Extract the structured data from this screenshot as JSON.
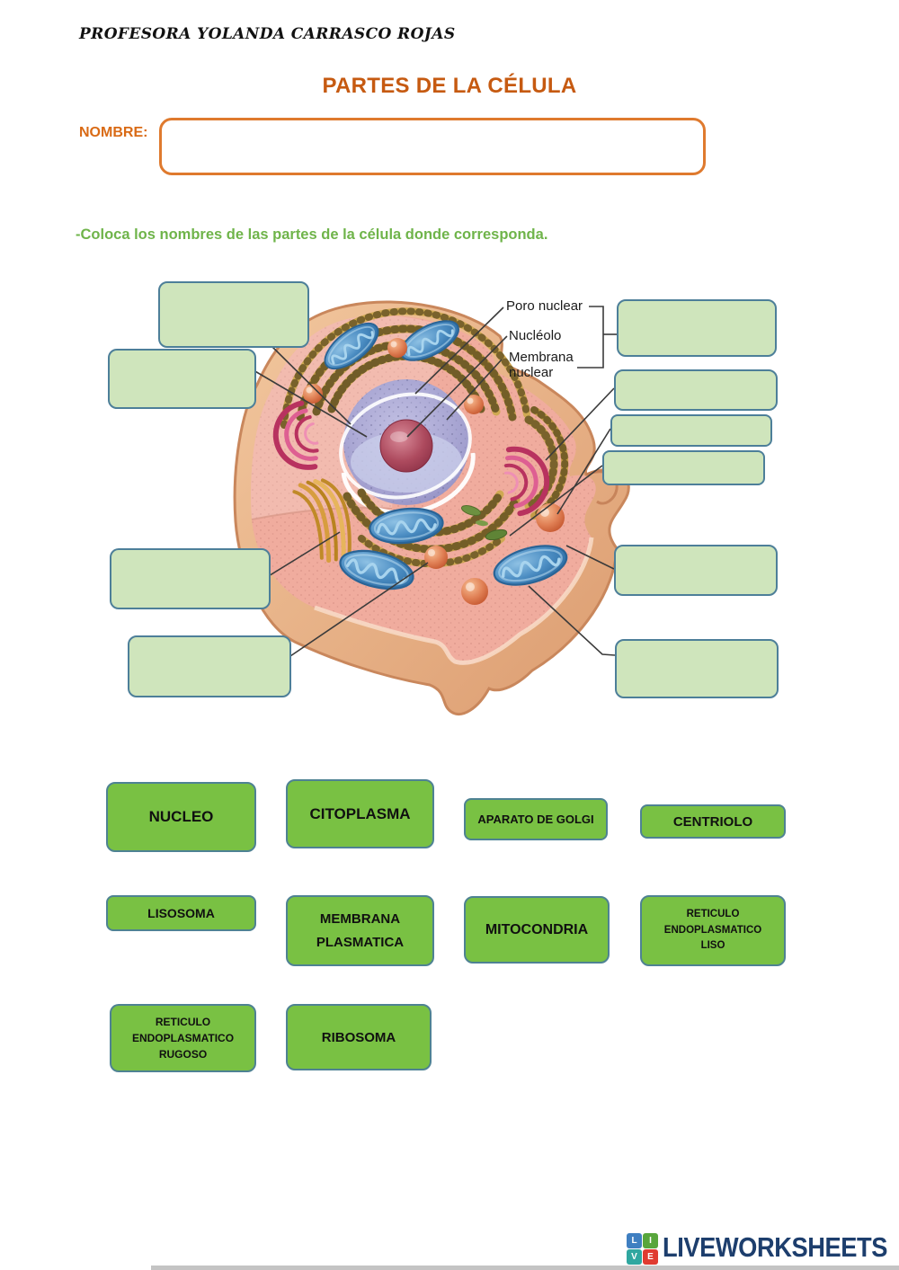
{
  "header": {
    "teacher": "PROFESORA YOLANDA CARRASCO ROJAS",
    "title": "PARTES DE LA CÉLULA"
  },
  "name_field": {
    "label": "NOMBRE:",
    "value": ""
  },
  "instruction": "-Coloca los nombres de las partes de la célula donde corresponda.",
  "diagram": {
    "printed_labels": {
      "poro_nuclear": "Poro nuclear",
      "nucleolo": "Nucléolo",
      "membrana_nuclear": "Membrana\nnuclear"
    },
    "answer_slots": [
      {
        "id": "slot-1",
        "value": ""
      },
      {
        "id": "slot-2",
        "value": ""
      },
      {
        "id": "slot-3",
        "value": ""
      },
      {
        "id": "slot-4",
        "value": ""
      },
      {
        "id": "slot-5",
        "value": ""
      },
      {
        "id": "slot-6",
        "value": ""
      },
      {
        "id": "slot-7",
        "value": ""
      },
      {
        "id": "slot-8",
        "value": ""
      },
      {
        "id": "slot-9",
        "value": ""
      },
      {
        "id": "slot-10",
        "value": ""
      }
    ]
  },
  "word_bank": [
    {
      "id": "nucleo",
      "label": "NUCLEO"
    },
    {
      "id": "citoplasma",
      "label": "CITOPLASMA"
    },
    {
      "id": "aparato-de-golgi",
      "label": "APARATO DE GOLGI"
    },
    {
      "id": "centriolo",
      "label": "CENTRIOLO"
    },
    {
      "id": "lisosoma",
      "label": "LISOSOMA"
    },
    {
      "id": "membrana-plasmatica",
      "label": "MEMBRANA\nPLASMATICA"
    },
    {
      "id": "mitocondria",
      "label": "MITOCONDRIA"
    },
    {
      "id": "reticulo-endoplasmatico-liso",
      "label": "RETICULO\nENDOPLASMATICO\nLISO"
    },
    {
      "id": "reticulo-endoplasmatico-rugoso",
      "label": "RETICULO\nENDOPLASMATICO\nRUGOSO"
    },
    {
      "id": "ribosoma",
      "label": "RIBOSOMA"
    }
  ],
  "footer": {
    "brand": "LIVEWORKSHEETS",
    "squares": [
      {
        "letter": "L",
        "color": "#3f7fc1"
      },
      {
        "letter": "I",
        "color": "#58a63c"
      },
      {
        "letter": "V",
        "color": "#2fa7a0"
      },
      {
        "letter": "E",
        "color": "#e03b31"
      }
    ]
  },
  "colors": {
    "accent_orange": "#c65a11",
    "name_border_orange": "#df7a2e",
    "instruction_green": "#6fb44a",
    "bank_green": "#79c143",
    "bank_border": "#4e8293",
    "slot_green": "#cfe5bc",
    "slot_border": "#4d7f99",
    "brand_navy": "#1d3e6d"
  }
}
